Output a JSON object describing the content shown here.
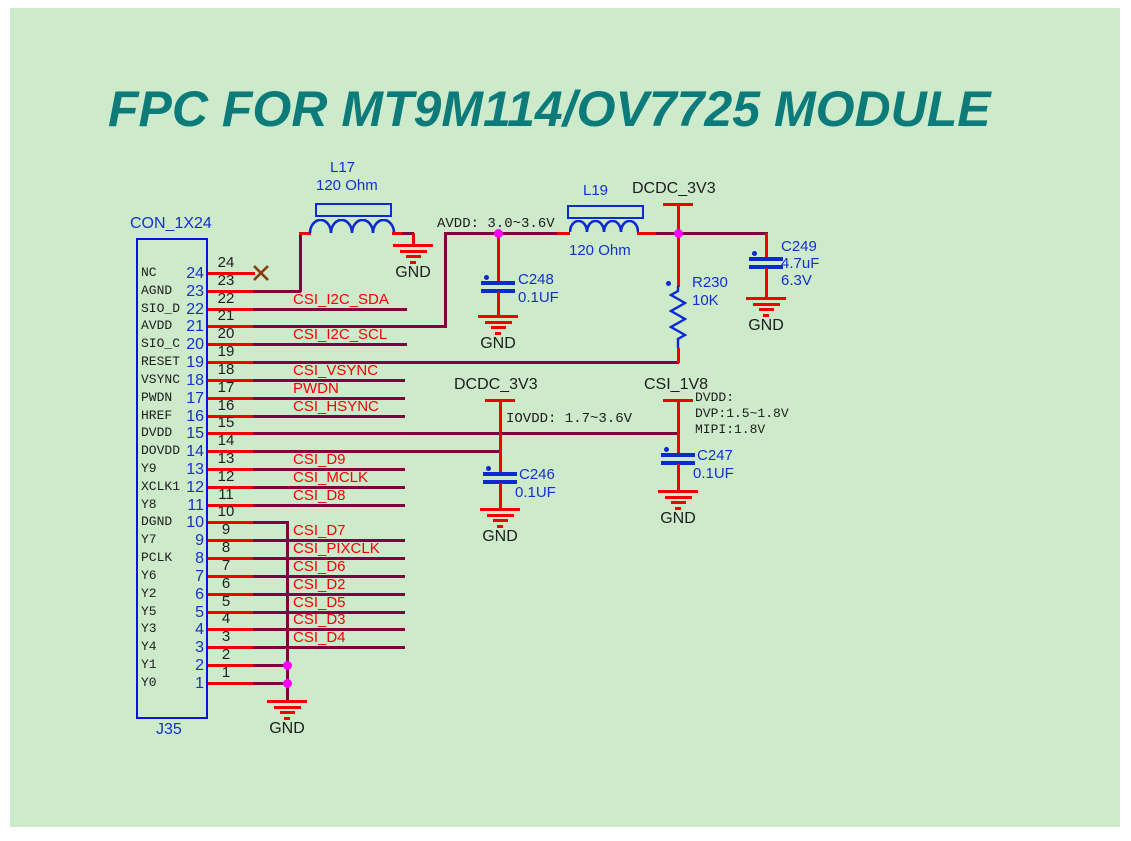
{
  "title": "FPC FOR MT9M114/OV7725 MODULE",
  "colors": {
    "background": "#cdeacb",
    "page_margin": "#ffffff",
    "wire": "#800040",
    "pin_red": "#f20000",
    "component_blue": "#0b2ad0",
    "label_blue": "#1330cc",
    "net_label_red": "#f50000",
    "junction_magenta": "#ff00ff",
    "no_connect_brown": "#8a3a10",
    "title_teal": "#0c7b7a",
    "text_black": "#1d1d1d"
  },
  "connector": {
    "name": "CON_1X24",
    "ref": "J35",
    "pins": [
      {
        "num": 24,
        "name": "NC",
        "net": ""
      },
      {
        "num": 23,
        "name": "AGND",
        "net": ""
      },
      {
        "num": 22,
        "name": "SIO_D",
        "net": "CSI_I2C_SDA"
      },
      {
        "num": 21,
        "name": "AVDD",
        "net": ""
      },
      {
        "num": 20,
        "name": "SIO_C",
        "net": "CSI_I2C_SCL"
      },
      {
        "num": 19,
        "name": "RESET",
        "net": ""
      },
      {
        "num": 18,
        "name": "VSYNC",
        "net": "CSI_VSYNC"
      },
      {
        "num": 17,
        "name": "PWDN",
        "net": "PWDN"
      },
      {
        "num": 16,
        "name": "HREF",
        "net": "CSI_HSYNC"
      },
      {
        "num": 15,
        "name": "DVDD",
        "net": ""
      },
      {
        "num": 14,
        "name": "DOVDD",
        "net": ""
      },
      {
        "num": 13,
        "name": "Y9",
        "net": "CSI_D9"
      },
      {
        "num": 12,
        "name": "XCLK1",
        "net": "CSI_MCLK"
      },
      {
        "num": 11,
        "name": "Y8",
        "net": "CSI_D8"
      },
      {
        "num": 10,
        "name": "DGND",
        "net": ""
      },
      {
        "num": 9,
        "name": "Y7",
        "net": "CSI_D7"
      },
      {
        "num": 8,
        "name": "PCLK",
        "net": "CSI_PIXCLK"
      },
      {
        "num": 7,
        "name": "Y6",
        "net": "CSI_D6"
      },
      {
        "num": 6,
        "name": "Y2",
        "net": "CSI_D2"
      },
      {
        "num": 5,
        "name": "Y5",
        "net": "CSI_D5"
      },
      {
        "num": 4,
        "name": "Y3",
        "net": "CSI_D3"
      },
      {
        "num": 3,
        "name": "Y4",
        "net": "CSI_D4"
      },
      {
        "num": 2,
        "name": "Y1",
        "net": ""
      },
      {
        "num": 1,
        "name": "Y0",
        "net": ""
      }
    ]
  },
  "components": {
    "l17": {
      "ref": "L17",
      "value": "120 Ohm"
    },
    "l19": {
      "ref": "L19",
      "value": "120 Ohm"
    },
    "c248": {
      "ref": "C248",
      "value": "0.1UF"
    },
    "c249": {
      "ref": "C249",
      "value": "4.7uF",
      "voltage": "6.3V"
    },
    "c246": {
      "ref": "C246",
      "value": "0.1UF"
    },
    "c247": {
      "ref": "C247",
      "value": "0.1UF"
    },
    "r230": {
      "ref": "R230",
      "value": "10K"
    }
  },
  "power": {
    "dcdc": "DCDC_3V3",
    "csi1v8": "CSI_1V8",
    "gnd": "GND"
  },
  "annotations": {
    "avdd": "AVDD: 3.0~3.6V",
    "iovdd": "IOVDD: 1.7~3.6V",
    "dvdd": [
      "DVDD:",
      "DVP:1.5~1.8V",
      "MIPI:1.8V"
    ]
  }
}
